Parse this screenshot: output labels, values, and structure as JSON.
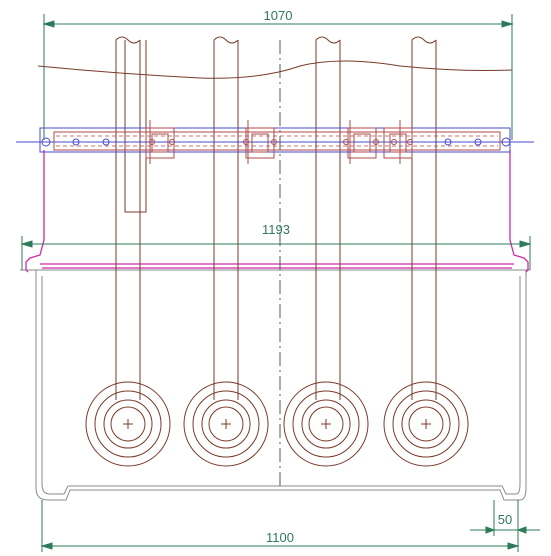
{
  "dimensions": {
    "top_width": "1070",
    "mid_width": "1193",
    "bottom_width": "1100",
    "corner_width": "50"
  },
  "colors": {
    "dimension": "#2e7a5a",
    "outline": "#8a8a8a",
    "pole": "#7a3a2a",
    "clamp": "#b24a4a",
    "magenta": "#d02aa8",
    "blue": "#4a4ad0",
    "centerline": "#555555"
  },
  "components": {
    "poles": 4,
    "insulators": 4
  }
}
